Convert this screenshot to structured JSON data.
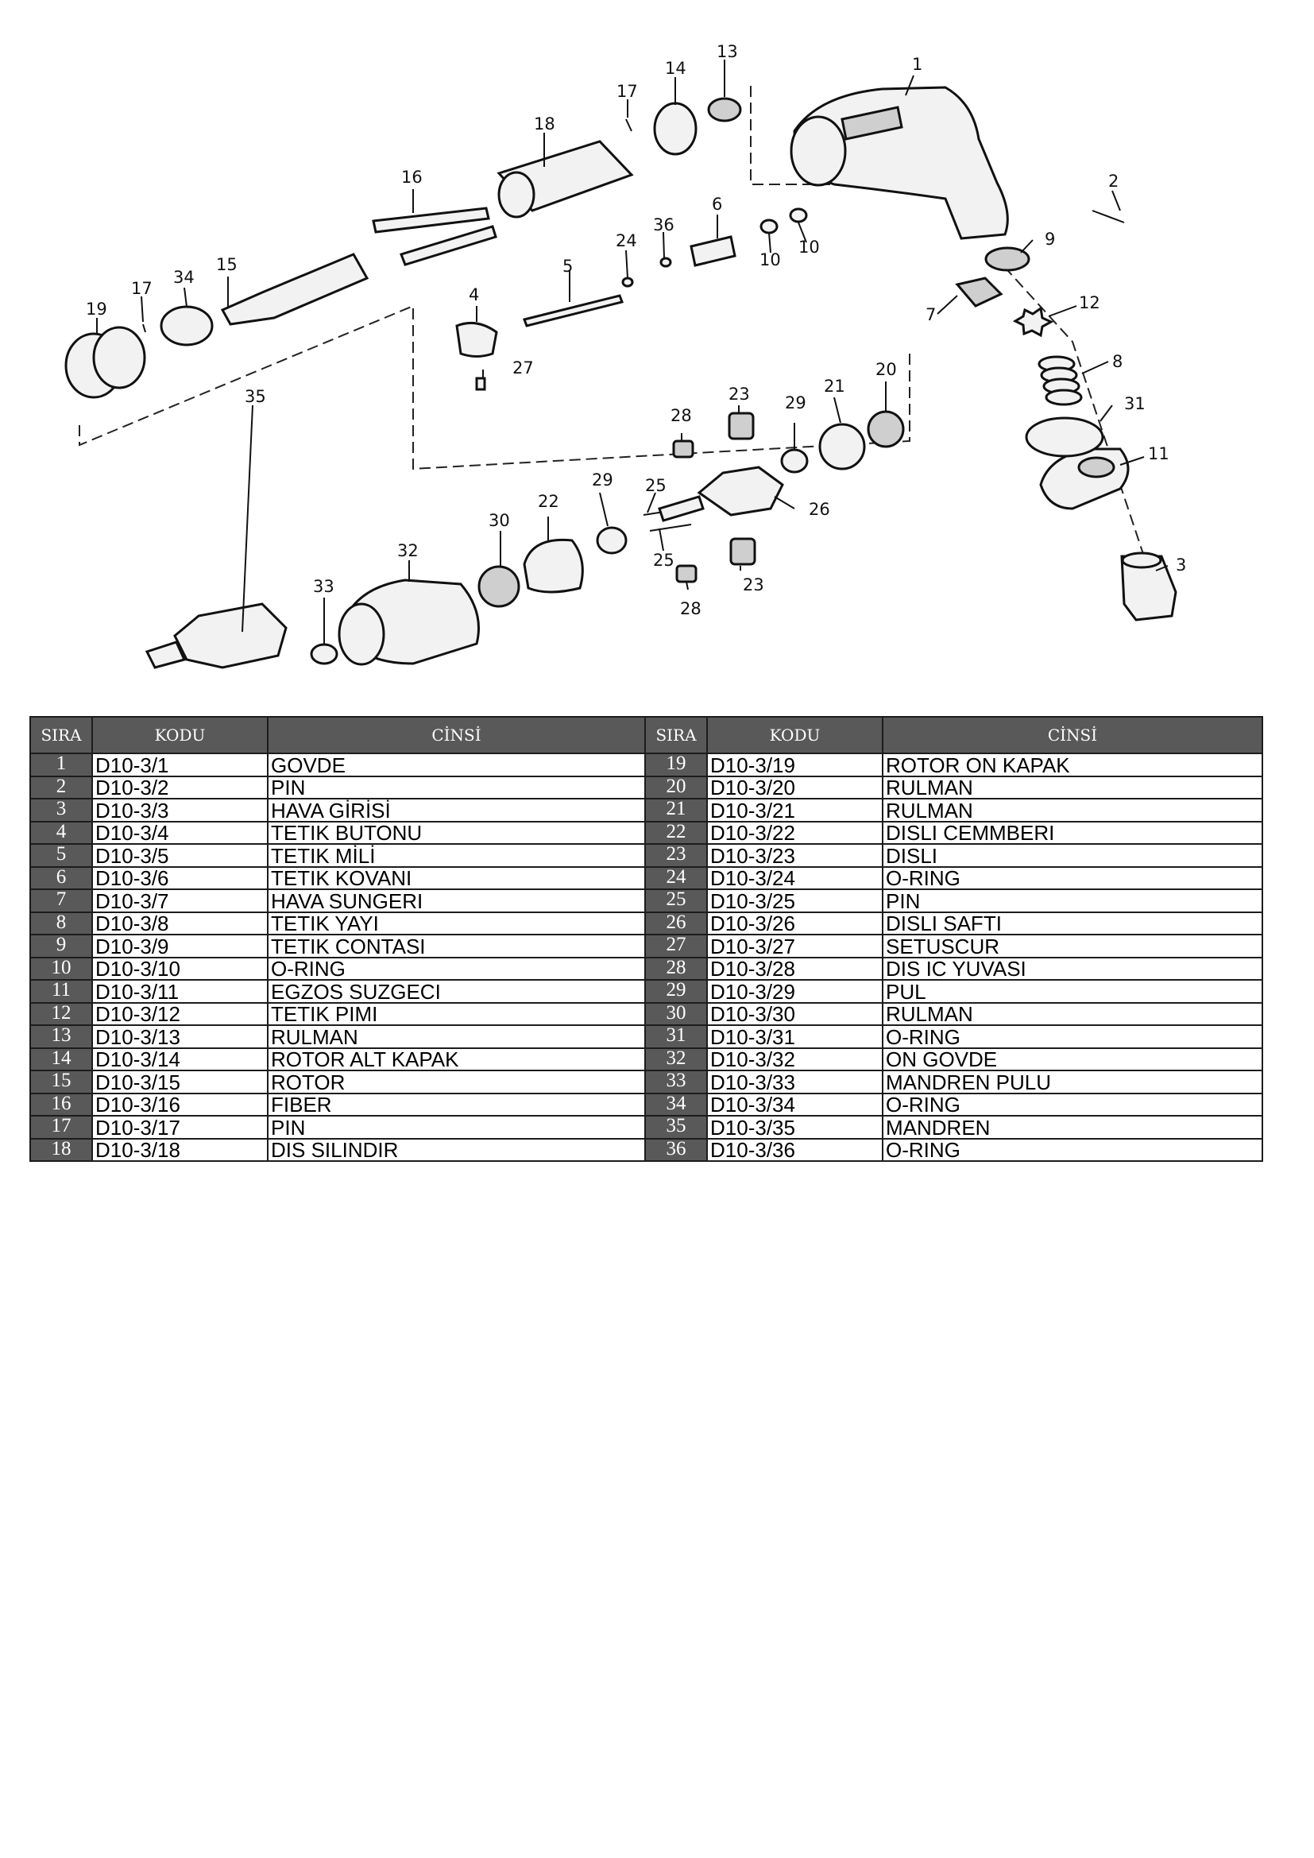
{
  "diagram": {
    "callouts": [
      "1",
      "2",
      "3",
      "4",
      "5",
      "6",
      "7",
      "8",
      "9",
      "10",
      "10",
      "11",
      "12",
      "13",
      "14",
      "15",
      "16",
      "17",
      "17",
      "18",
      "19",
      "20",
      "21",
      "22",
      "23",
      "23",
      "24",
      "25",
      "25",
      "26",
      "27",
      "28",
      "28",
      "29",
      "29",
      "30",
      "31",
      "32",
      "33",
      "34",
      "35",
      "36"
    ]
  },
  "table": {
    "headers": [
      "SIRA",
      "KODU",
      "CİNSİ",
      "SIRA",
      "KODU",
      "CİNSİ"
    ],
    "rows": [
      {
        "no": "1",
        "code": "D10-3/1",
        "name": "GOVDE",
        "no2": "19",
        "code2": "D10-3/19",
        "name2": "ROTOR ON KAPAK"
      },
      {
        "no": "2",
        "code": "D10-3/2",
        "name": "PIN",
        "no2": "20",
        "code2": "D10-3/20",
        "name2": "RULMAN"
      },
      {
        "no": "3",
        "code": "D10-3/3",
        "name": "HAVA GİRİSİ",
        "no2": "21",
        "code2": "D10-3/21",
        "name2": "RULMAN"
      },
      {
        "no": "4",
        "code": "D10-3/4",
        "name": "TETIK BUTONU",
        "no2": "22",
        "code2": "D10-3/22",
        "name2": "DISLI CEMMBERI"
      },
      {
        "no": "5",
        "code": "D10-3/5",
        "name": "TETIK MİLİ",
        "no2": "23",
        "code2": "D10-3/23",
        "name2": "DISLI"
      },
      {
        "no": "6",
        "code": "D10-3/6",
        "name": "TETIK KOVANI",
        "no2": "24",
        "code2": "D10-3/24",
        "name2": "O-RING"
      },
      {
        "no": "7",
        "code": "D10-3/7",
        "name": "HAVA SUNGERI",
        "no2": "25",
        "code2": "D10-3/25",
        "name2": "PIN"
      },
      {
        "no": "8",
        "code": "D10-3/8",
        "name": "TETIK YAYI",
        "no2": "26",
        "code2": "D10-3/26",
        "name2": "DISLI SAFTI"
      },
      {
        "no": "9",
        "code": "D10-3/9",
        "name": "TETIK CONTASI",
        "no2": "27",
        "code2": "D10-3/27",
        "name2": "SETUSCUR"
      },
      {
        "no": "10",
        "code": "D10-3/10",
        "name": "O-RING",
        "no2": "28",
        "code2": "D10-3/28",
        "name2": "DIS IC YUVASI"
      },
      {
        "no": "11",
        "code": "D10-3/11",
        "name": "EGZOS SUZGECI",
        "no2": "29",
        "code2": "D10-3/29",
        "name2": "PUL"
      },
      {
        "no": "12",
        "code": "D10-3/12",
        "name": "TETIK PIMI",
        "no2": "30",
        "code2": "D10-3/30",
        "name2": "RULMAN"
      },
      {
        "no": "13",
        "code": "D10-3/13",
        "name": "RULMAN",
        "no2": "31",
        "code2": "D10-3/31",
        "name2": "O-RING"
      },
      {
        "no": "14",
        "code": "D10-3/14",
        "name": "ROTOR ALT KAPAK",
        "no2": "32",
        "code2": "D10-3/32",
        "name2": "ON GOVDE"
      },
      {
        "no": "15",
        "code": "D10-3/15",
        "name": "ROTOR",
        "no2": "33",
        "code2": "D10-3/33",
        "name2": "MANDREN PULU"
      },
      {
        "no": "16",
        "code": "D10-3/16",
        "name": "FIBER",
        "no2": "34",
        "code2": "D10-3/34",
        "name2": "O-RING"
      },
      {
        "no": "17",
        "code": "D10-3/17",
        "name": "PIN",
        "no2": "35",
        "code2": "D10-3/35",
        "name2": "MANDREN"
      },
      {
        "no": "18",
        "code": "D10-3/18",
        "name": "DIS SILINDIR",
        "no2": "36",
        "code2": "D10-3/36",
        "name2": "O-RING"
      }
    ]
  }
}
